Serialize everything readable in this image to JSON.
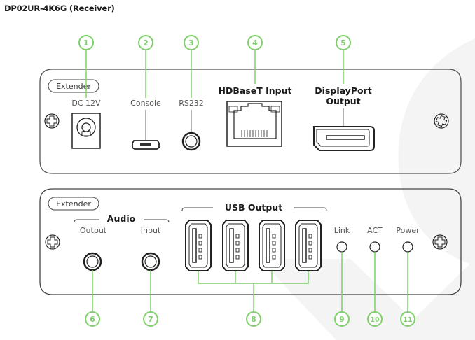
{
  "title": "DP02UR-4K6G (Receiver)",
  "accent_color": "#7ed06a",
  "panels": {
    "top": {
      "tag": "Extender",
      "ports": [
        {
          "label": "DC 12V",
          "callout": "1",
          "icon": "dc-jack-icon"
        },
        {
          "label": "Console",
          "callout": "2",
          "icon": "micro-usb-icon"
        },
        {
          "label": "RS232",
          "callout": "3",
          "icon": "audio-jack-icon"
        },
        {
          "label": "HDBaseT Input",
          "callout": "4",
          "icon": "rj45-icon"
        },
        {
          "label_line1": "DisplayPort",
          "label_line2": "Output",
          "callout": "5",
          "icon": "displayport-icon"
        }
      ]
    },
    "bottom": {
      "tag": "Extender",
      "audio_group": "Audio",
      "usb_group": "USB Output",
      "ports": [
        {
          "label": "Output",
          "callout": "6",
          "icon": "audio-jack-icon"
        },
        {
          "label": "Input",
          "callout": "7",
          "icon": "audio-jack-icon"
        },
        {
          "label": "USB Output",
          "callout": "8",
          "icon": "usb-a-icon"
        },
        {
          "label": "Link",
          "callout": "9",
          "icon": "led-icon"
        },
        {
          "label": "ACT",
          "callout": "10",
          "icon": "led-icon"
        },
        {
          "label": "Power",
          "callout": "11",
          "icon": "led-icon"
        }
      ]
    }
  }
}
